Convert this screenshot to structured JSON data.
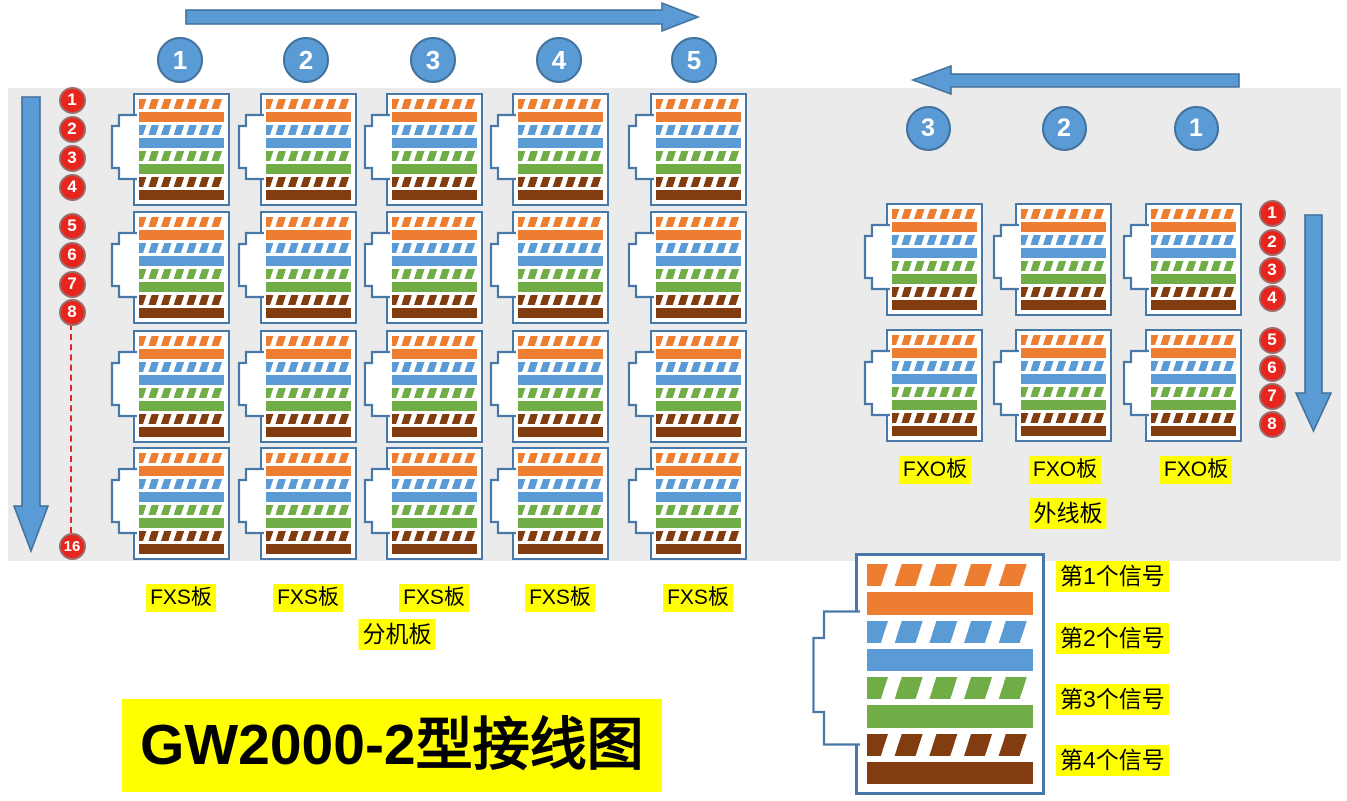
{
  "title": {
    "text": "GW2000-2型接线图"
  },
  "colors": {
    "page_bg": "#FFFFFF",
    "panel_bg": "#EBEBEB",
    "arrow_fill": "#5B9BD5",
    "arrow_stroke": "#41719C",
    "slot_circle_fill": "#5B9BD5",
    "slot_circle_stroke": "#41719C",
    "port_circle_fill": "#E8251C",
    "port_circle_stroke": "#9E6A6A",
    "connector_stroke": "#4878A8",
    "highlight": "#FFFF00",
    "dashed_line": "#E02626"
  },
  "wire_pairs": [
    {
      "signal": "第1个信号",
      "name": "orange",
      "color": "#ED7D31"
    },
    {
      "signal": "第2个信号",
      "name": "blue",
      "color": "#5B9BD5"
    },
    {
      "signal": "第3个信号",
      "name": "green",
      "color": "#70AD47"
    },
    {
      "signal": "第4个信号",
      "name": "brown",
      "color": "#813D10"
    }
  ],
  "fxs_section": {
    "slot_numbers": [
      "1",
      "2",
      "3",
      "4",
      "5"
    ],
    "port_numbers": [
      "1",
      "2",
      "3",
      "4",
      "5",
      "6",
      "7",
      "8"
    ],
    "last_port_number": "16",
    "board_labels": [
      "FXS板",
      "FXS板",
      "FXS板",
      "FXS板",
      "FXS板"
    ],
    "section_label": "分机板"
  },
  "fxo_section": {
    "slot_numbers": [
      "3",
      "2",
      "1"
    ],
    "port_numbers": [
      "1",
      "2",
      "3",
      "4",
      "5",
      "6",
      "7",
      "8"
    ],
    "board_labels": [
      "FXO板",
      "FXO板",
      "FXO板"
    ],
    "section_label": "外线板"
  },
  "legend": {
    "labels": [
      "第1个信号",
      "第2个信号",
      "第3个信号",
      "第4个信号"
    ]
  }
}
